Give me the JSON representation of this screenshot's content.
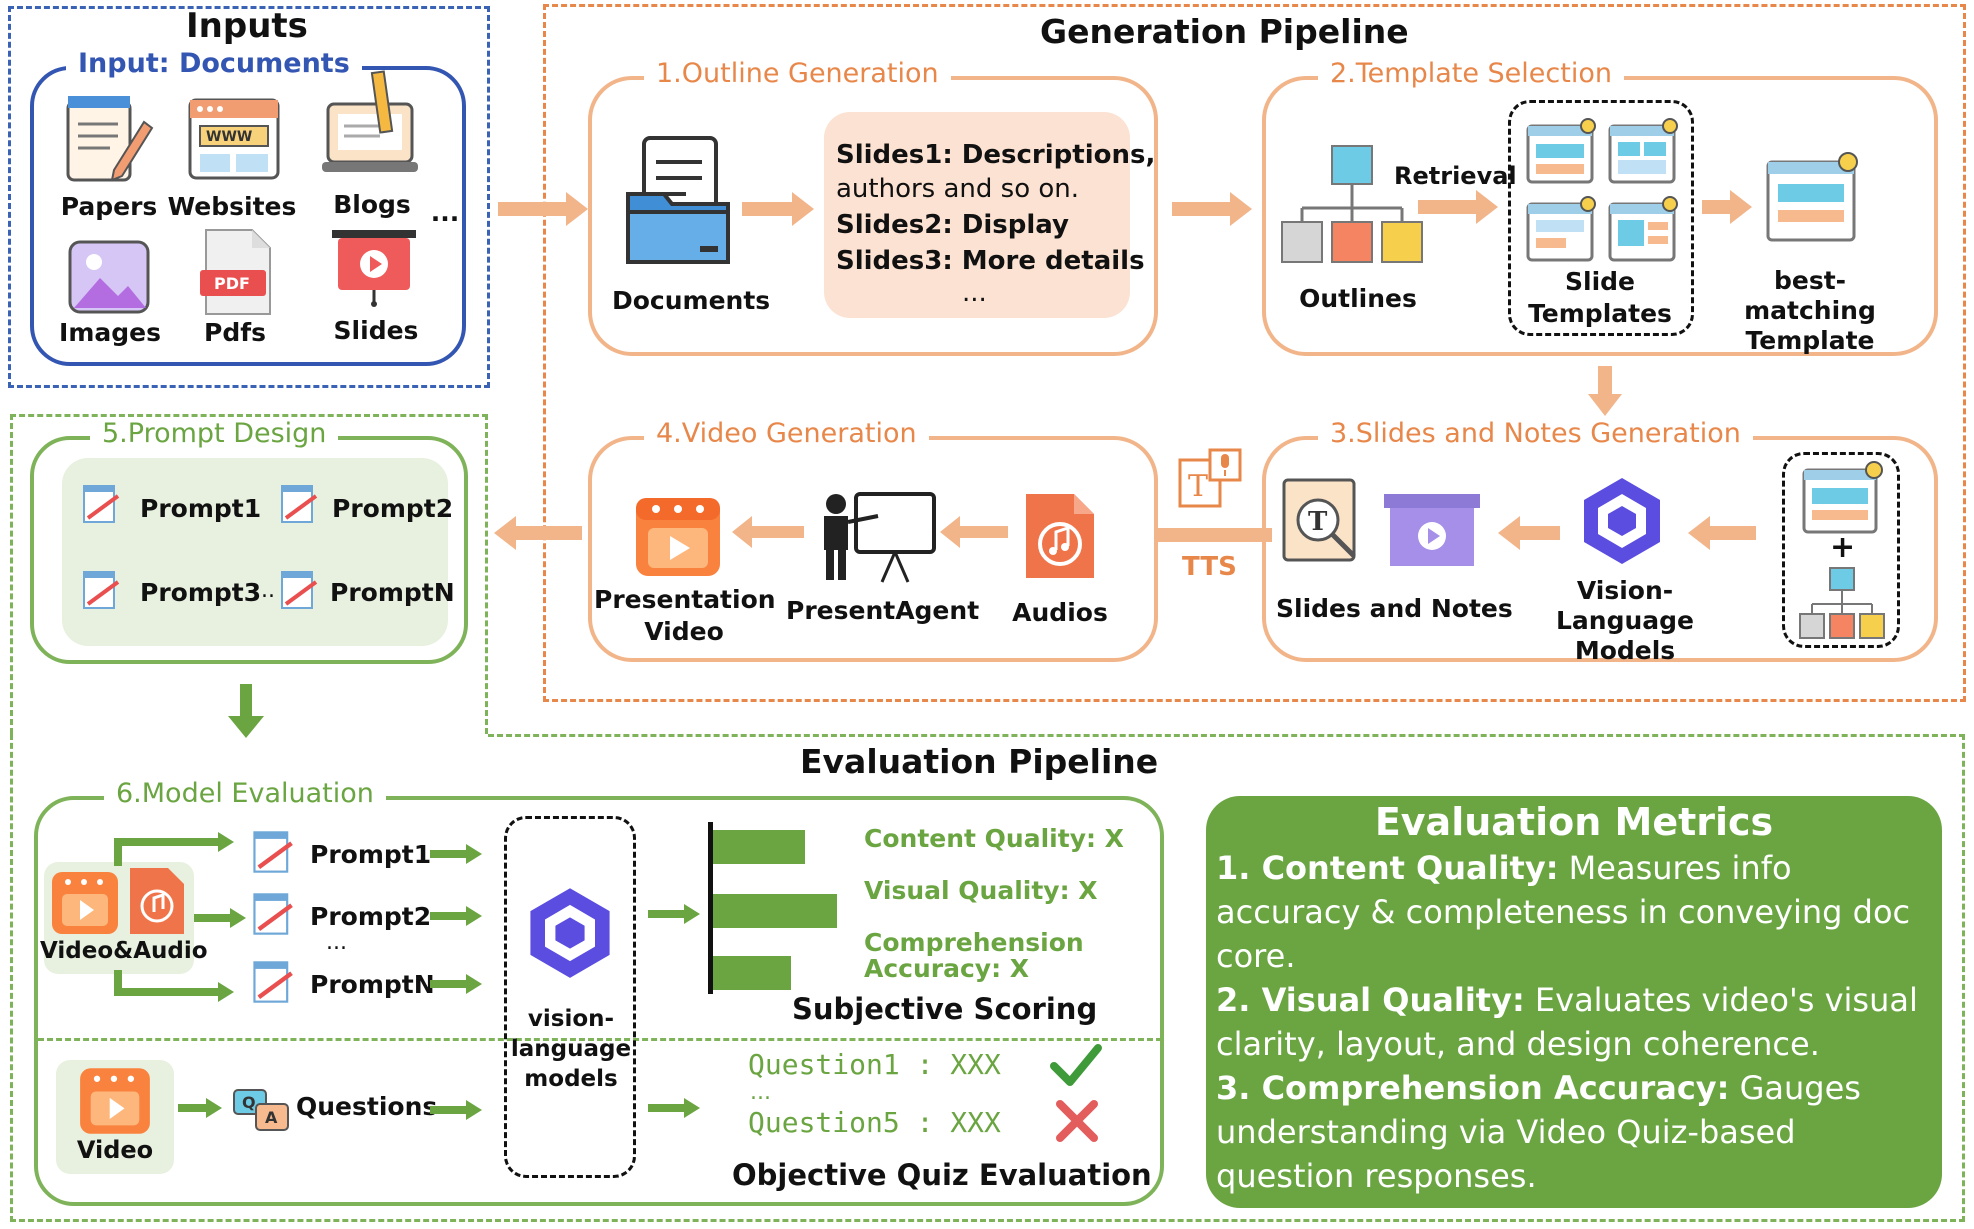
{
  "inputs": {
    "title": "Inputs",
    "subtitle_prefix": "Input:",
    "subtitle": "Documents",
    "items": [
      "Papers",
      "Websites",
      "Blogs",
      "Images",
      "Pdfs",
      "Slides"
    ],
    "ellipsis": "...",
    "pdf_badge": "PDF",
    "www_badge": "WWW"
  },
  "generation": {
    "title": "Generation Pipeline",
    "outline": {
      "title": "1.Outline Generation",
      "documents": "Documents",
      "lines": [
        "Slides1: Descriptions,",
        "authors and so on.",
        "Slides2: Display",
        "Slides3: More details",
        "..."
      ]
    },
    "template": {
      "title": "2.Template Selection",
      "outlines": "Outlines",
      "retrieval": "Retrieval",
      "slide_templates": "Slide Templates",
      "best": "best-matching Template"
    },
    "slides_notes": {
      "title": "3.Slides and Notes Generation",
      "slides_notes": "Slides and Notes",
      "vlm": "Vision-Language Models",
      "plus": "+"
    },
    "video": {
      "title": "4.Video Generation",
      "presentation": "Presentation Video",
      "agent": "PresentAgent",
      "audios": "Audios",
      "tts": "TTS",
      "t_glyph": "T"
    }
  },
  "prompt": {
    "title": "5.Prompt Design",
    "items": [
      "Prompt1",
      "Prompt2",
      "Prompt3",
      "PromptN"
    ],
    "ellipsis": "..."
  },
  "evaluation": {
    "title": "Evaluation Pipeline",
    "model_eval_title": "6.Model Evaluation",
    "video_audio": "Video&Audio",
    "prompts": [
      "Prompt1",
      "Prompt2",
      "PromptN"
    ],
    "dots": "...",
    "vlm": "vision-language models",
    "scores": [
      "Content Quality: X",
      "Visual Quality: X",
      "Comprehension Accuracy: X"
    ],
    "subjective": "Subjective Scoring",
    "video": "Video",
    "questions": "Questions",
    "q1": "Question1 : XXX",
    "q5": "Question5 : XXX",
    "q_dots": "...",
    "objective": "Objective Quiz Evaluation",
    "quiz_q": "Q",
    "quiz_a": "A"
  },
  "metrics": {
    "title": "Evaluation Metrics",
    "items": [
      {
        "head": "1. Content Quality:",
        "body": " Measures info accuracy & completeness in conveying doc core."
      },
      {
        "head": "2. Visual Quality:",
        "body": " Evaluates video's visual clarity, layout, and design coherence."
      },
      {
        "head": "3. Comprehension Accuracy:",
        "body": " Gauges understanding via Video Quiz-based question responses."
      }
    ]
  },
  "colors": {
    "orange": "#e8874a",
    "light_orange": "#f2b58a",
    "green": "#6aa542",
    "blue": "#3456b3",
    "red": "#e35d5d"
  }
}
